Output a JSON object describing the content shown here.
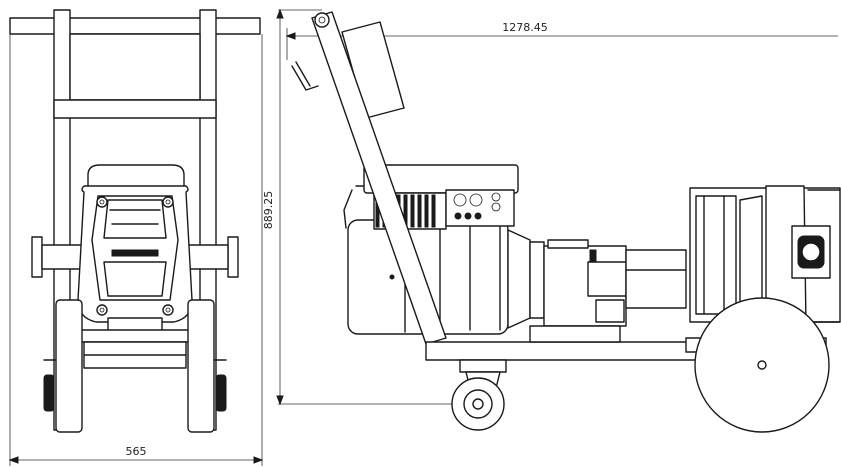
{
  "dimensions": {
    "width_label": "565",
    "height_label": "889.25",
    "length_label": "1278.45"
  }
}
